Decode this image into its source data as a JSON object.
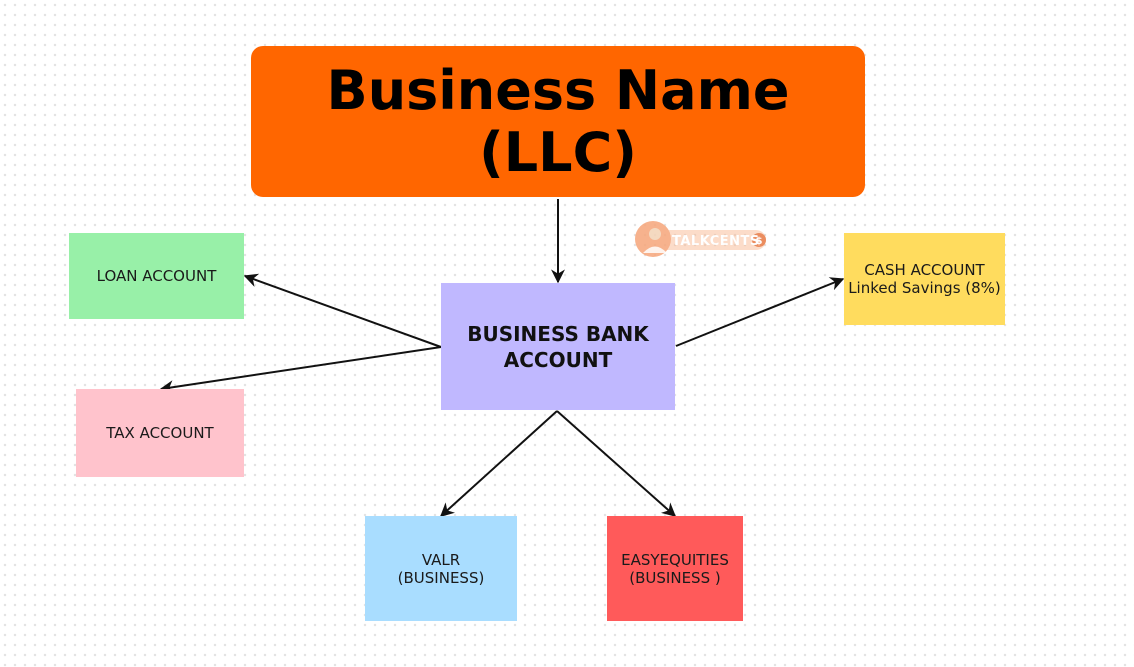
{
  "title": {
    "line1": "Business Name",
    "line2": "(LLC)"
  },
  "nodes": {
    "bank": {
      "line1": "BUSINESS BANK",
      "line2": "ACCOUNT"
    },
    "loan": {
      "line1": "LOAN ACCOUNT"
    },
    "tax": {
      "line1": "TAX ACCOUNT"
    },
    "cash": {
      "line1": "CASH ACCOUNT",
      "line2": "Linked Savings (8%)"
    },
    "valr": {
      "line1": "VALR",
      "line2": "(BUSINESS)"
    },
    "easyequities": {
      "line1": "EASYEQUITIES",
      "line2": "(BUSINESS )"
    }
  },
  "watermark": {
    "text": "TALKCENTS",
    "badge": "$"
  },
  "colors": {
    "title": "#ff6600",
    "bank": "#c0b8ff",
    "loan": "#98f0a8",
    "tax": "#ffc3cc",
    "cash": "#ffdc5e",
    "valr": "#a9ddff",
    "easyequities": "#ff5a5a",
    "connector": "#111111"
  },
  "edges": [
    {
      "from": "title",
      "to": "bank"
    },
    {
      "from": "bank",
      "to": "loan"
    },
    {
      "from": "bank",
      "to": "tax"
    },
    {
      "from": "bank",
      "to": "cash"
    },
    {
      "from": "bank",
      "to": "valr"
    },
    {
      "from": "bank",
      "to": "easyequities"
    }
  ]
}
